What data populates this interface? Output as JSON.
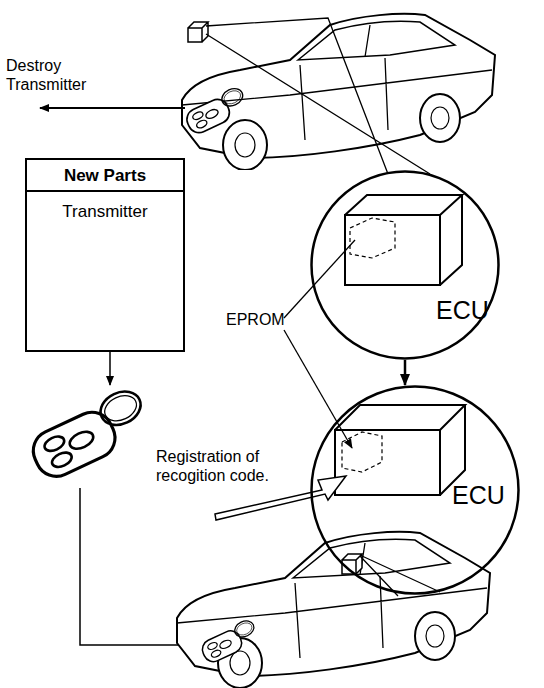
{
  "diagram": {
    "nodes": [
      {
        "text": [
          "New Parts",
          "Transmitter"
        ]
      },
      {
        "text": [
          "ECU"
        ]
      },
      {
        "text": [
          "ECU"
        ]
      }
    ],
    "edges": [
      {
        "from": 1,
        "to": 2,
        "arrow": "to"
      }
    ],
    "labels": [
      "Destroy Transmitter",
      "EPROM",
      "Registration of recogition code."
    ]
  }
}
